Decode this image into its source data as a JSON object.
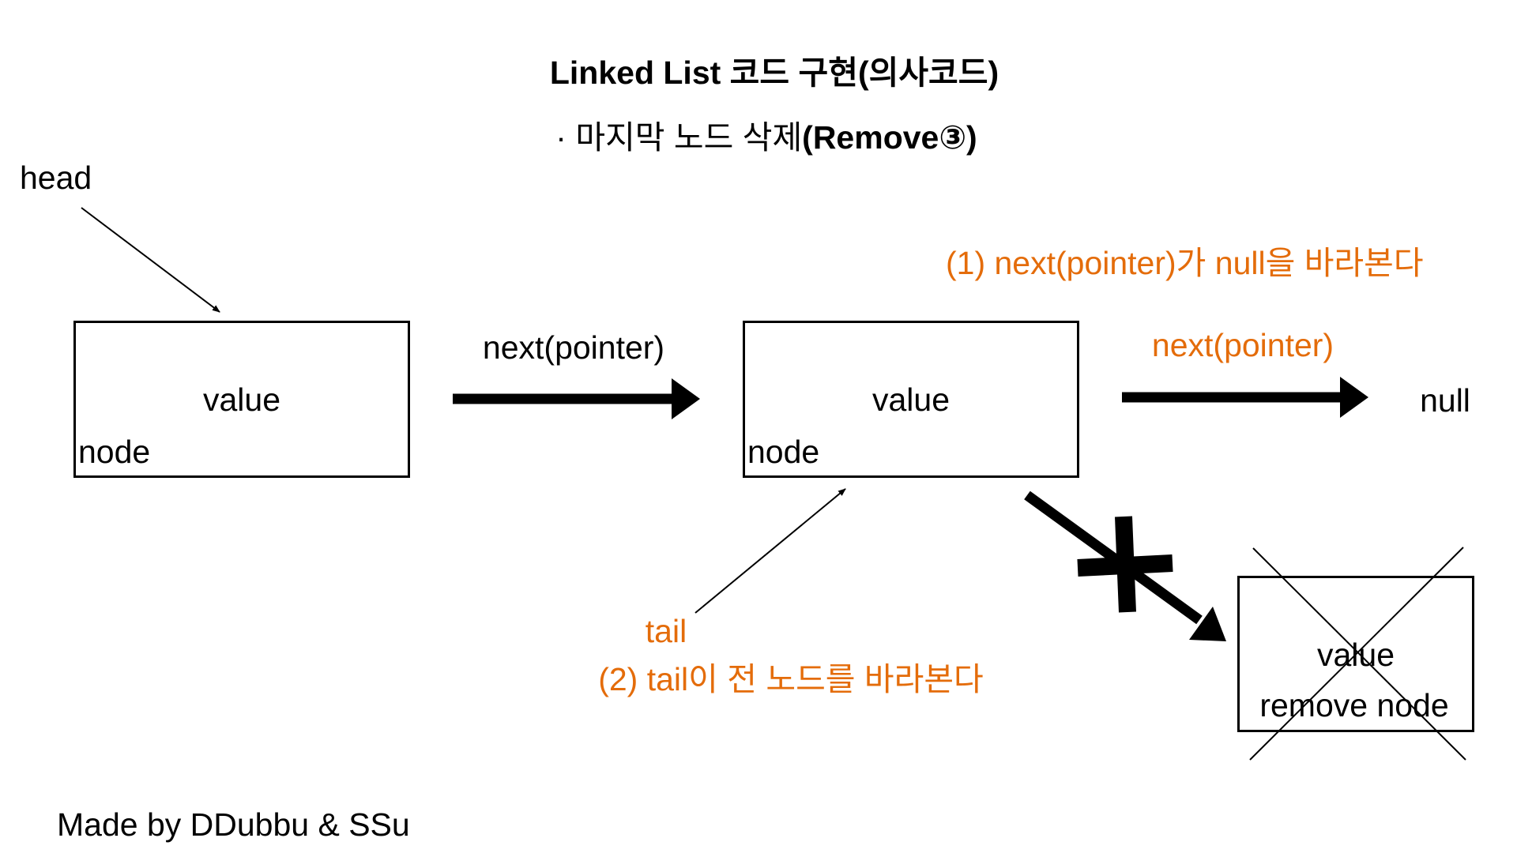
{
  "title": "Linked List 코드 구현(의사코드)",
  "subtitle": {
    "bullet": "·",
    "text": "마지막 노드 삭제",
    "bold_suffix": "(Remove③)"
  },
  "head_label": "head",
  "nodes": [
    {
      "value": "value",
      "label": "node"
    },
    {
      "value": "value",
      "label": "node"
    },
    {
      "value": "value",
      "label": "remove node"
    }
  ],
  "pointer_label_1": "next(pointer)",
  "pointer_label_2": "next(pointer)",
  "null_label": "null",
  "annotation_1": "(1)  next(pointer)가 null을 바라본다",
  "tail_label": "tail",
  "annotation_2": "(2) tail이 전 노드를 바라본다",
  "footer": "Made by DDubbu & SSu",
  "colors": {
    "accent": "#e46c0a",
    "ink": "#000000",
    "background": "#ffffff"
  }
}
